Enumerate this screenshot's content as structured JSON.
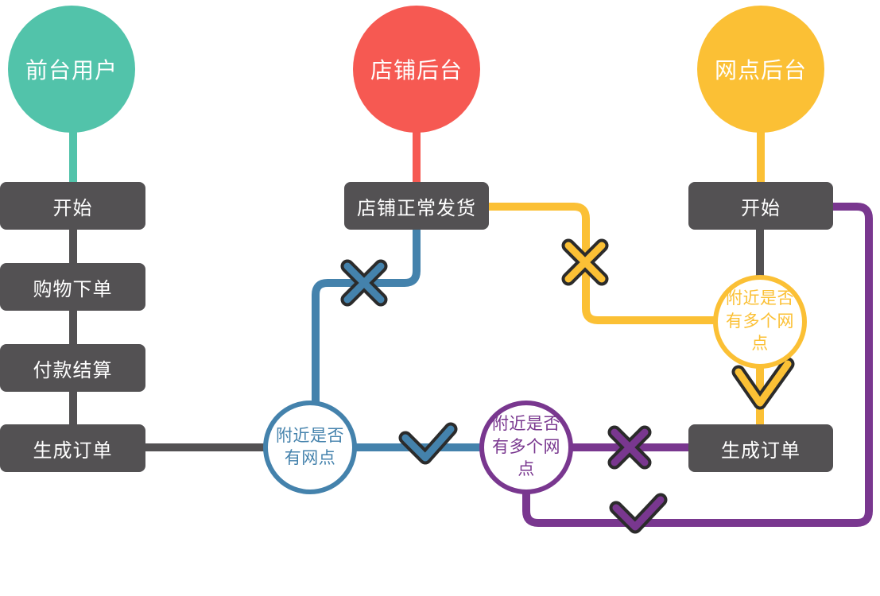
{
  "colors": {
    "teal": "#52C3AA",
    "red": "#F65952",
    "yellow": "#FBC035",
    "blue": "#4482AC",
    "purple": "#79378F",
    "box_gray": "#535153",
    "mark_outline": "#2B2B2B",
    "canvas_bg": "#FFFFFF"
  },
  "lanes": [
    {
      "title": "前台用户",
      "steps": [
        "开始",
        "购物下单",
        "付款结算",
        "生成订单"
      ]
    },
    {
      "title": "店铺后台",
      "steps": [
        "店铺正常发货"
      ]
    },
    {
      "title": "网点后台",
      "steps": [
        "开始",
        "生成订单"
      ]
    }
  ],
  "decisions": [
    {
      "line1": "附近是否",
      "line2": "有网点"
    },
    {
      "line1": "附近是否",
      "line2": "有多个网点"
    },
    {
      "line1": "附近是否",
      "line2": "有多个网点"
    }
  ],
  "icons": {
    "no_branch": "x-mark",
    "yes_branch": "check-mark"
  }
}
